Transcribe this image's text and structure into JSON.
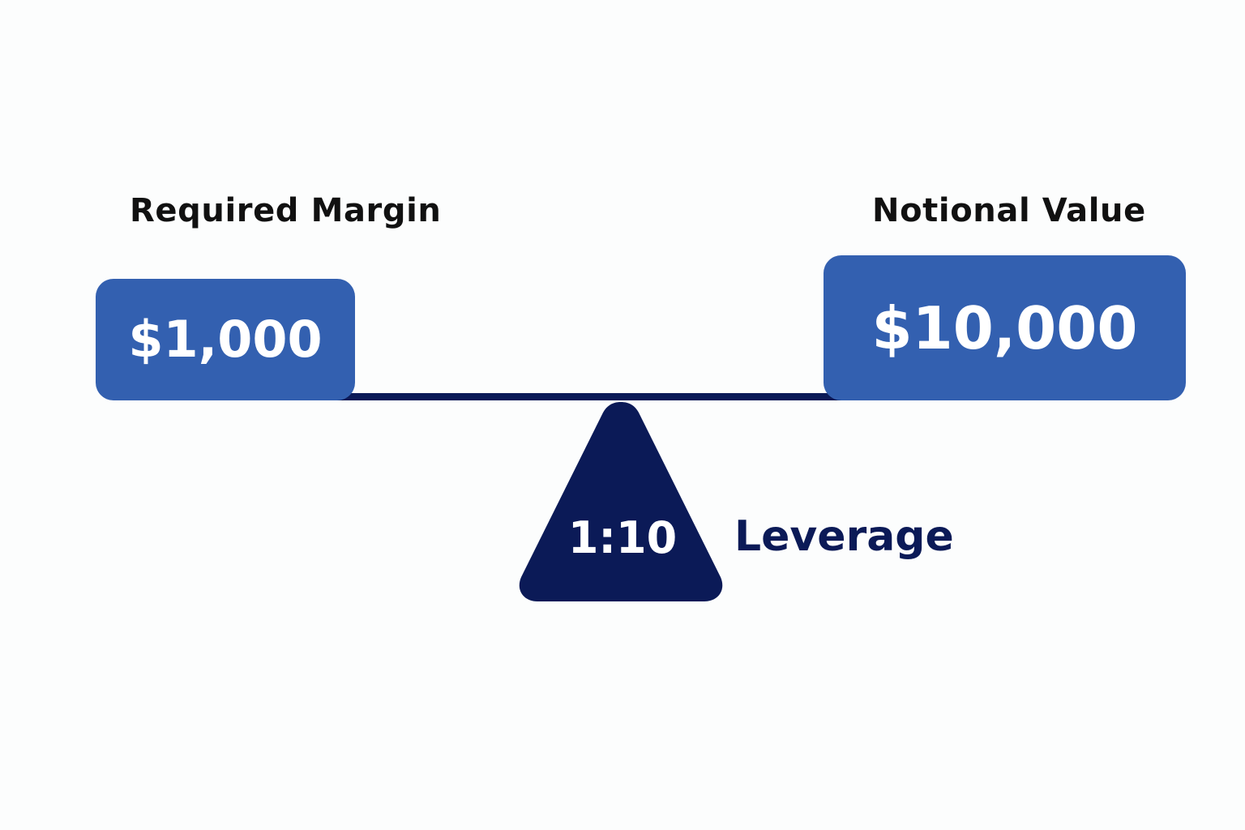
{
  "margin": {
    "label": "Required Margin",
    "value": "$1,000"
  },
  "notional": {
    "label": "Notional Value",
    "value": "$10,000"
  },
  "leverage": {
    "ratio": "1:10",
    "label": "Leverage"
  },
  "colors": {
    "box_fill": "#3360b0",
    "fulcrum_fill": "#0b1a57",
    "beam": "#0b1a57",
    "background": "#fcfdfd"
  }
}
